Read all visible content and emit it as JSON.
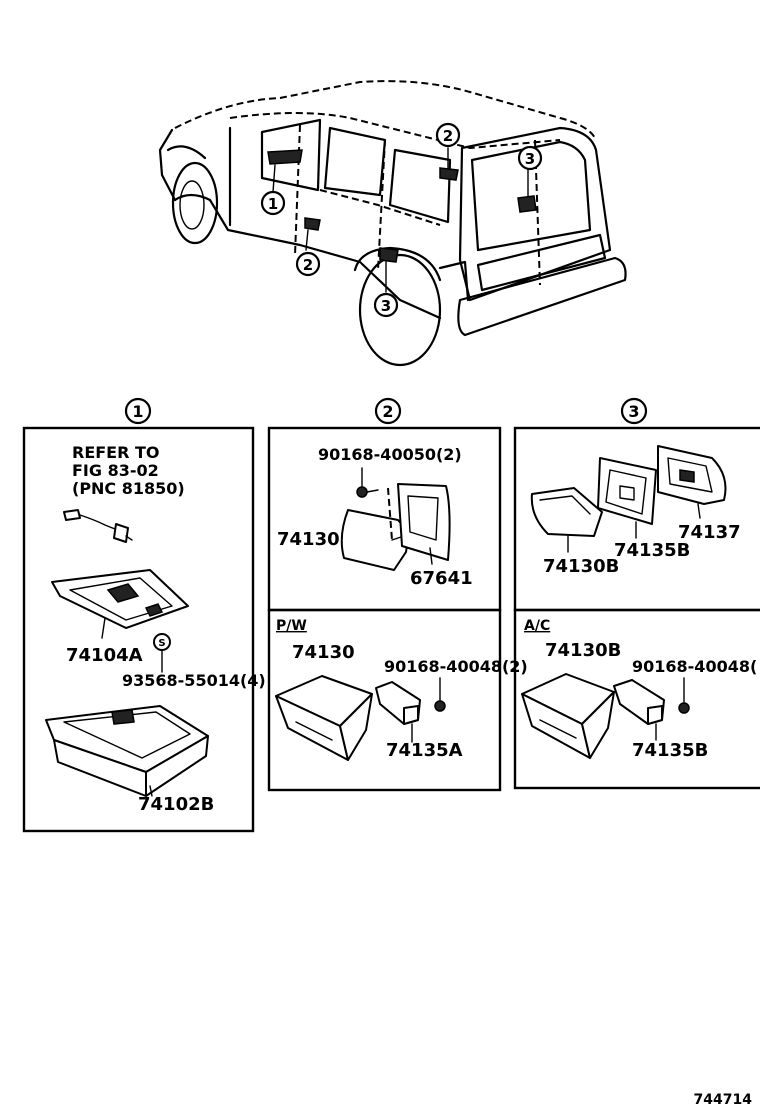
{
  "callouts": {
    "one": "1",
    "two": "2",
    "three": "3"
  },
  "section1": {
    "refer_line1": "REFER TO",
    "refer_line2": "FIG 83-02",
    "refer_line3": "(PNC 81850)",
    "part_a": "74104A",
    "part_b": "93568-55014(4)",
    "part_c": "74102B"
  },
  "section2": {
    "screw": "90168-40050(2)",
    "part_a": "74130",
    "part_b": "67641",
    "sub_label": "P/W",
    "sub_part_a": "74130",
    "sub_screw": "90168-40048(2)",
    "sub_part_b": "74135A"
  },
  "section3": {
    "part_a": "74130B",
    "part_b": "74135B",
    "part_c": "74137",
    "sub_label": "A/C",
    "sub_part_a": "74130B",
    "sub_screw": "90168-40048(",
    "sub_part_b": "74135B"
  },
  "figure_number": "744714"
}
